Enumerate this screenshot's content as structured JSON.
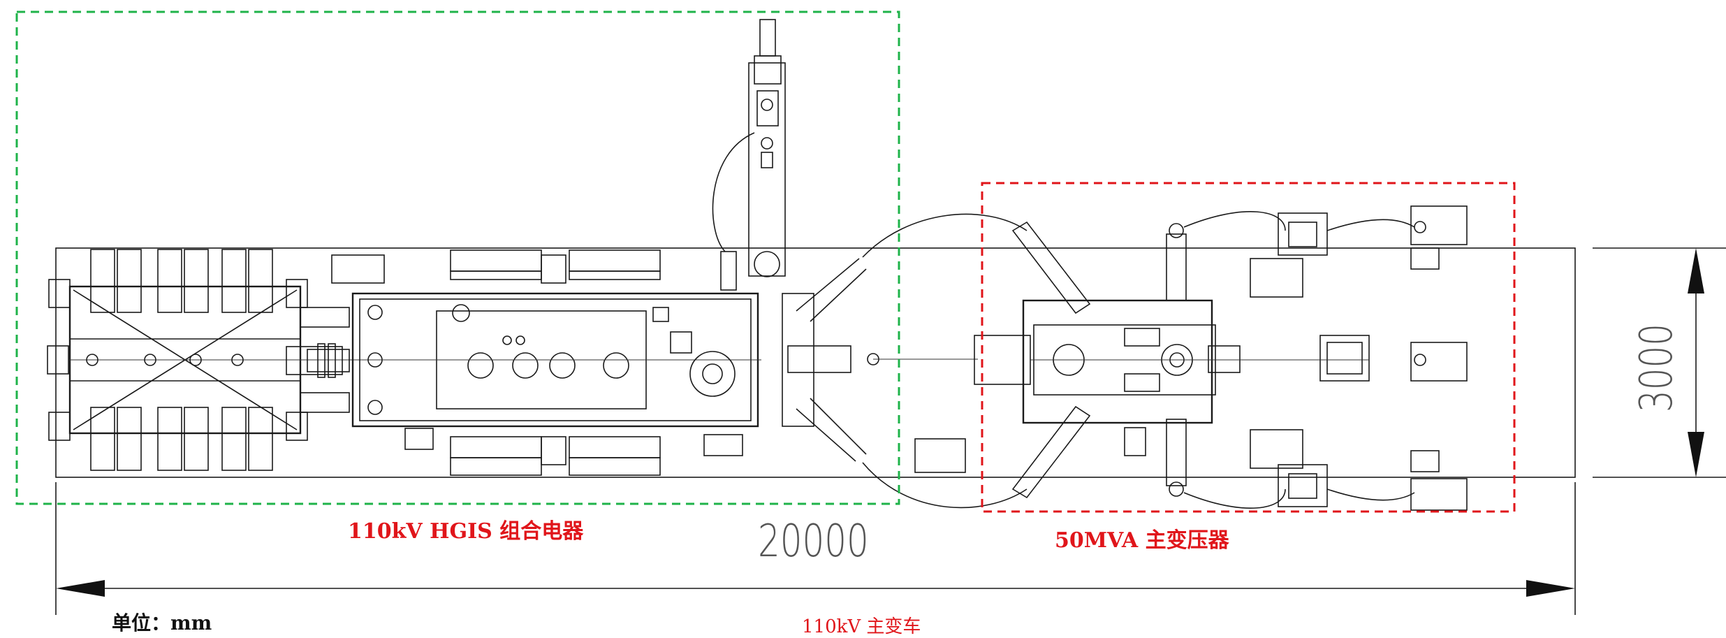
{
  "labels": {
    "hgis": "110kV HGIS 组合电器",
    "transformer": "50MVA 主变压器",
    "length_dim": "20000",
    "width_dim": "3000",
    "unit": "单位：mm",
    "caption": "110kV 主变车"
  },
  "colors": {
    "hgis_box": "#1fb34a",
    "transformer_box": "#e0151a",
    "line": "#1a1a1a"
  }
}
